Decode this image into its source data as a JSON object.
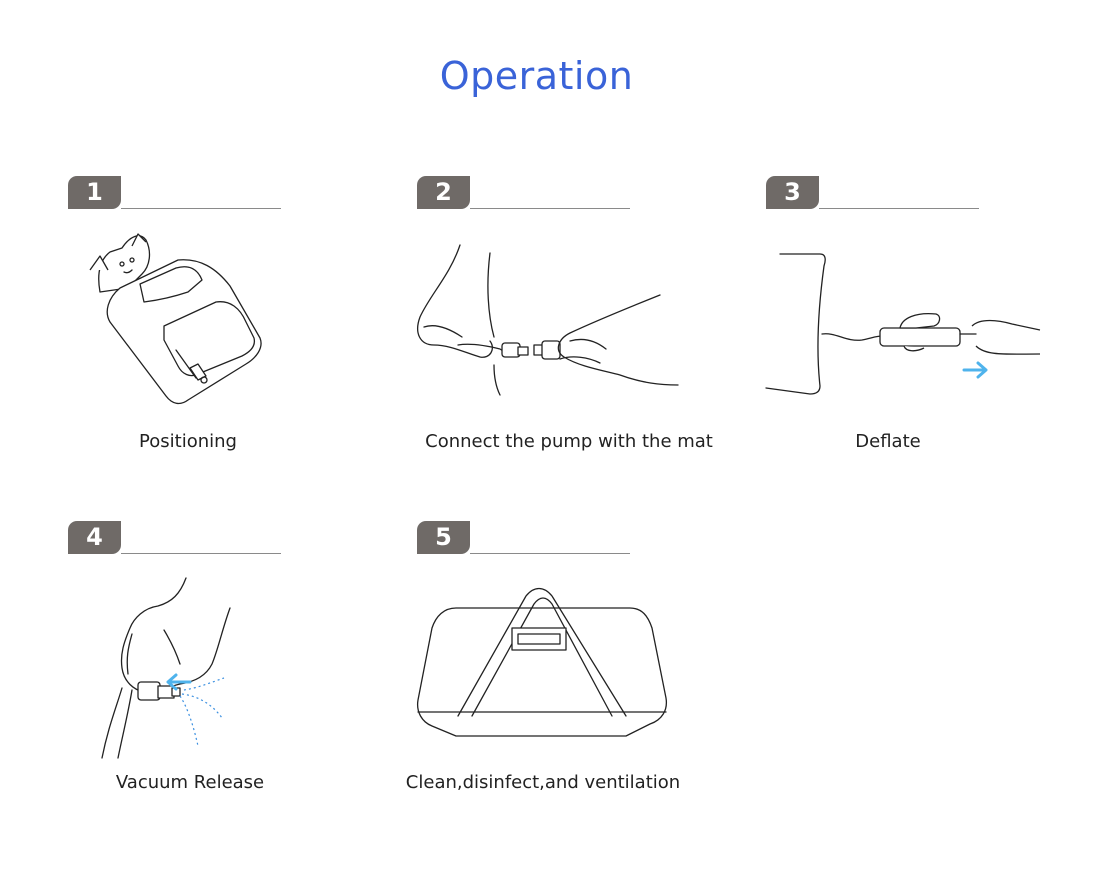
{
  "title": "Operation",
  "steps": [
    {
      "number": "1",
      "caption": "Positioning",
      "icon": "baby-in-vacuum-mat-icon"
    },
    {
      "number": "2",
      "caption": "Connect the pump with the mat",
      "icon": "hands-connecting-pump-icon"
    },
    {
      "number": "3",
      "caption": "Deflate",
      "icon": "hand-pump-deflating-icon"
    },
    {
      "number": "4",
      "caption": "Vacuum Release",
      "icon": "hand-releasing-valve-icon"
    },
    {
      "number": "5",
      "caption": "Clean,disinfect,and ventilation",
      "icon": "storage-bag-icon"
    }
  ],
  "colors": {
    "title": "#3a63d8",
    "badge": "#6f6a67",
    "arrow": "#4fb3ec"
  }
}
